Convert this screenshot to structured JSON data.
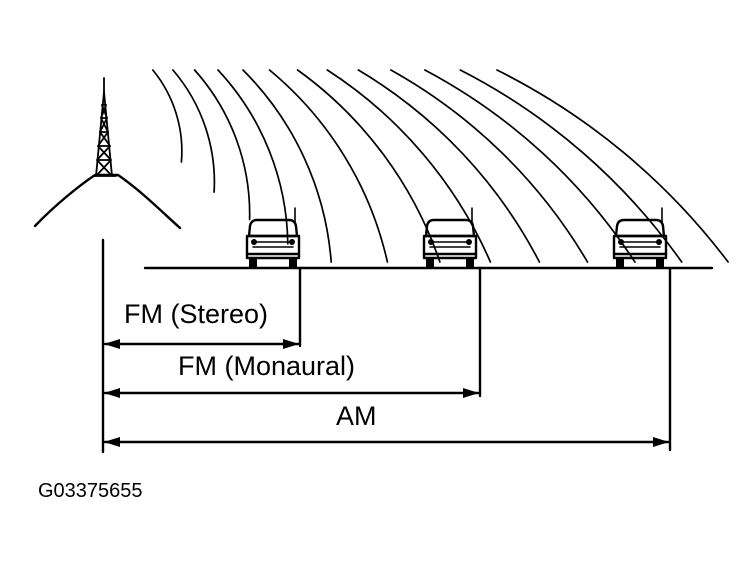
{
  "labels": {
    "fm_stereo": "FM (Stereo)",
    "fm_monaural": "FM (Monaural)",
    "am": "AM"
  },
  "figure_code": "G03375655",
  "icons": {
    "tower": "radio-tower-icon",
    "car": "car-icon"
  },
  "colors": {
    "ink": "#000000",
    "background": "#ffffff"
  }
}
